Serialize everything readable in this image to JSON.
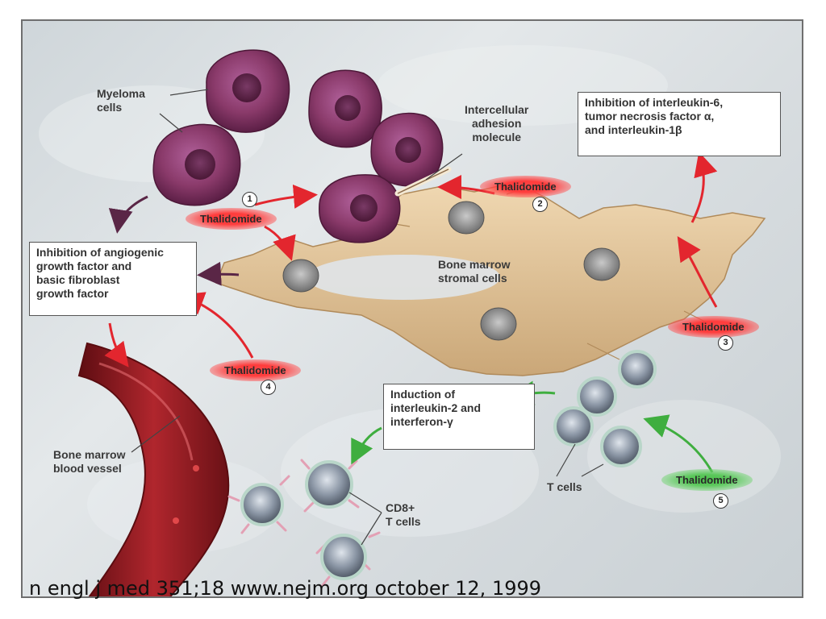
{
  "labels": {
    "myeloma_cells": "Myeloma\ncells",
    "adhesion_molecule": "Intercellular\nadhesion\nmolecule",
    "stromal_cells": "Bone marrow\nstromal cells",
    "blood_vessel": "Bone marrow\nblood vessel",
    "t_cells": "T cells",
    "cd8_t_cells": "CD8+\nT cells"
  },
  "boxes": {
    "interleukin6": "Inhibition of interleukin-6,\n    tumor necrosis factor α,\n    and interleukin-1β",
    "angiogenic": "Inhibition of angiogenic\ngrowth factor and\nbasic fibroblast\ngrowth factor",
    "interleukin2": "Induction of\n    interleukin-2 and\n    interferon-γ"
  },
  "thalidomide": {
    "t1": {
      "label": "Thalidomide",
      "number": "1"
    },
    "t2": {
      "label": "Thalidomide",
      "number": "2"
    },
    "t3": {
      "label": "Thalidomide",
      "number": "3"
    },
    "t4": {
      "label": "Thalidomide",
      "number": "4"
    },
    "t5": {
      "label": "Thalidomide",
      "number": "5"
    }
  },
  "citation": "n engl j med 351;18 www.nejm.org october 12, 1999",
  "colors": {
    "thalidomide_red": "#ff3b3b",
    "thalidomide_green": "#5bc85b",
    "myeloma_cell": "#8a3a6a",
    "stromal_cell": "#e2c49a",
    "blood_vessel": "#9a1e24",
    "t_cell": "#8c97a6"
  }
}
